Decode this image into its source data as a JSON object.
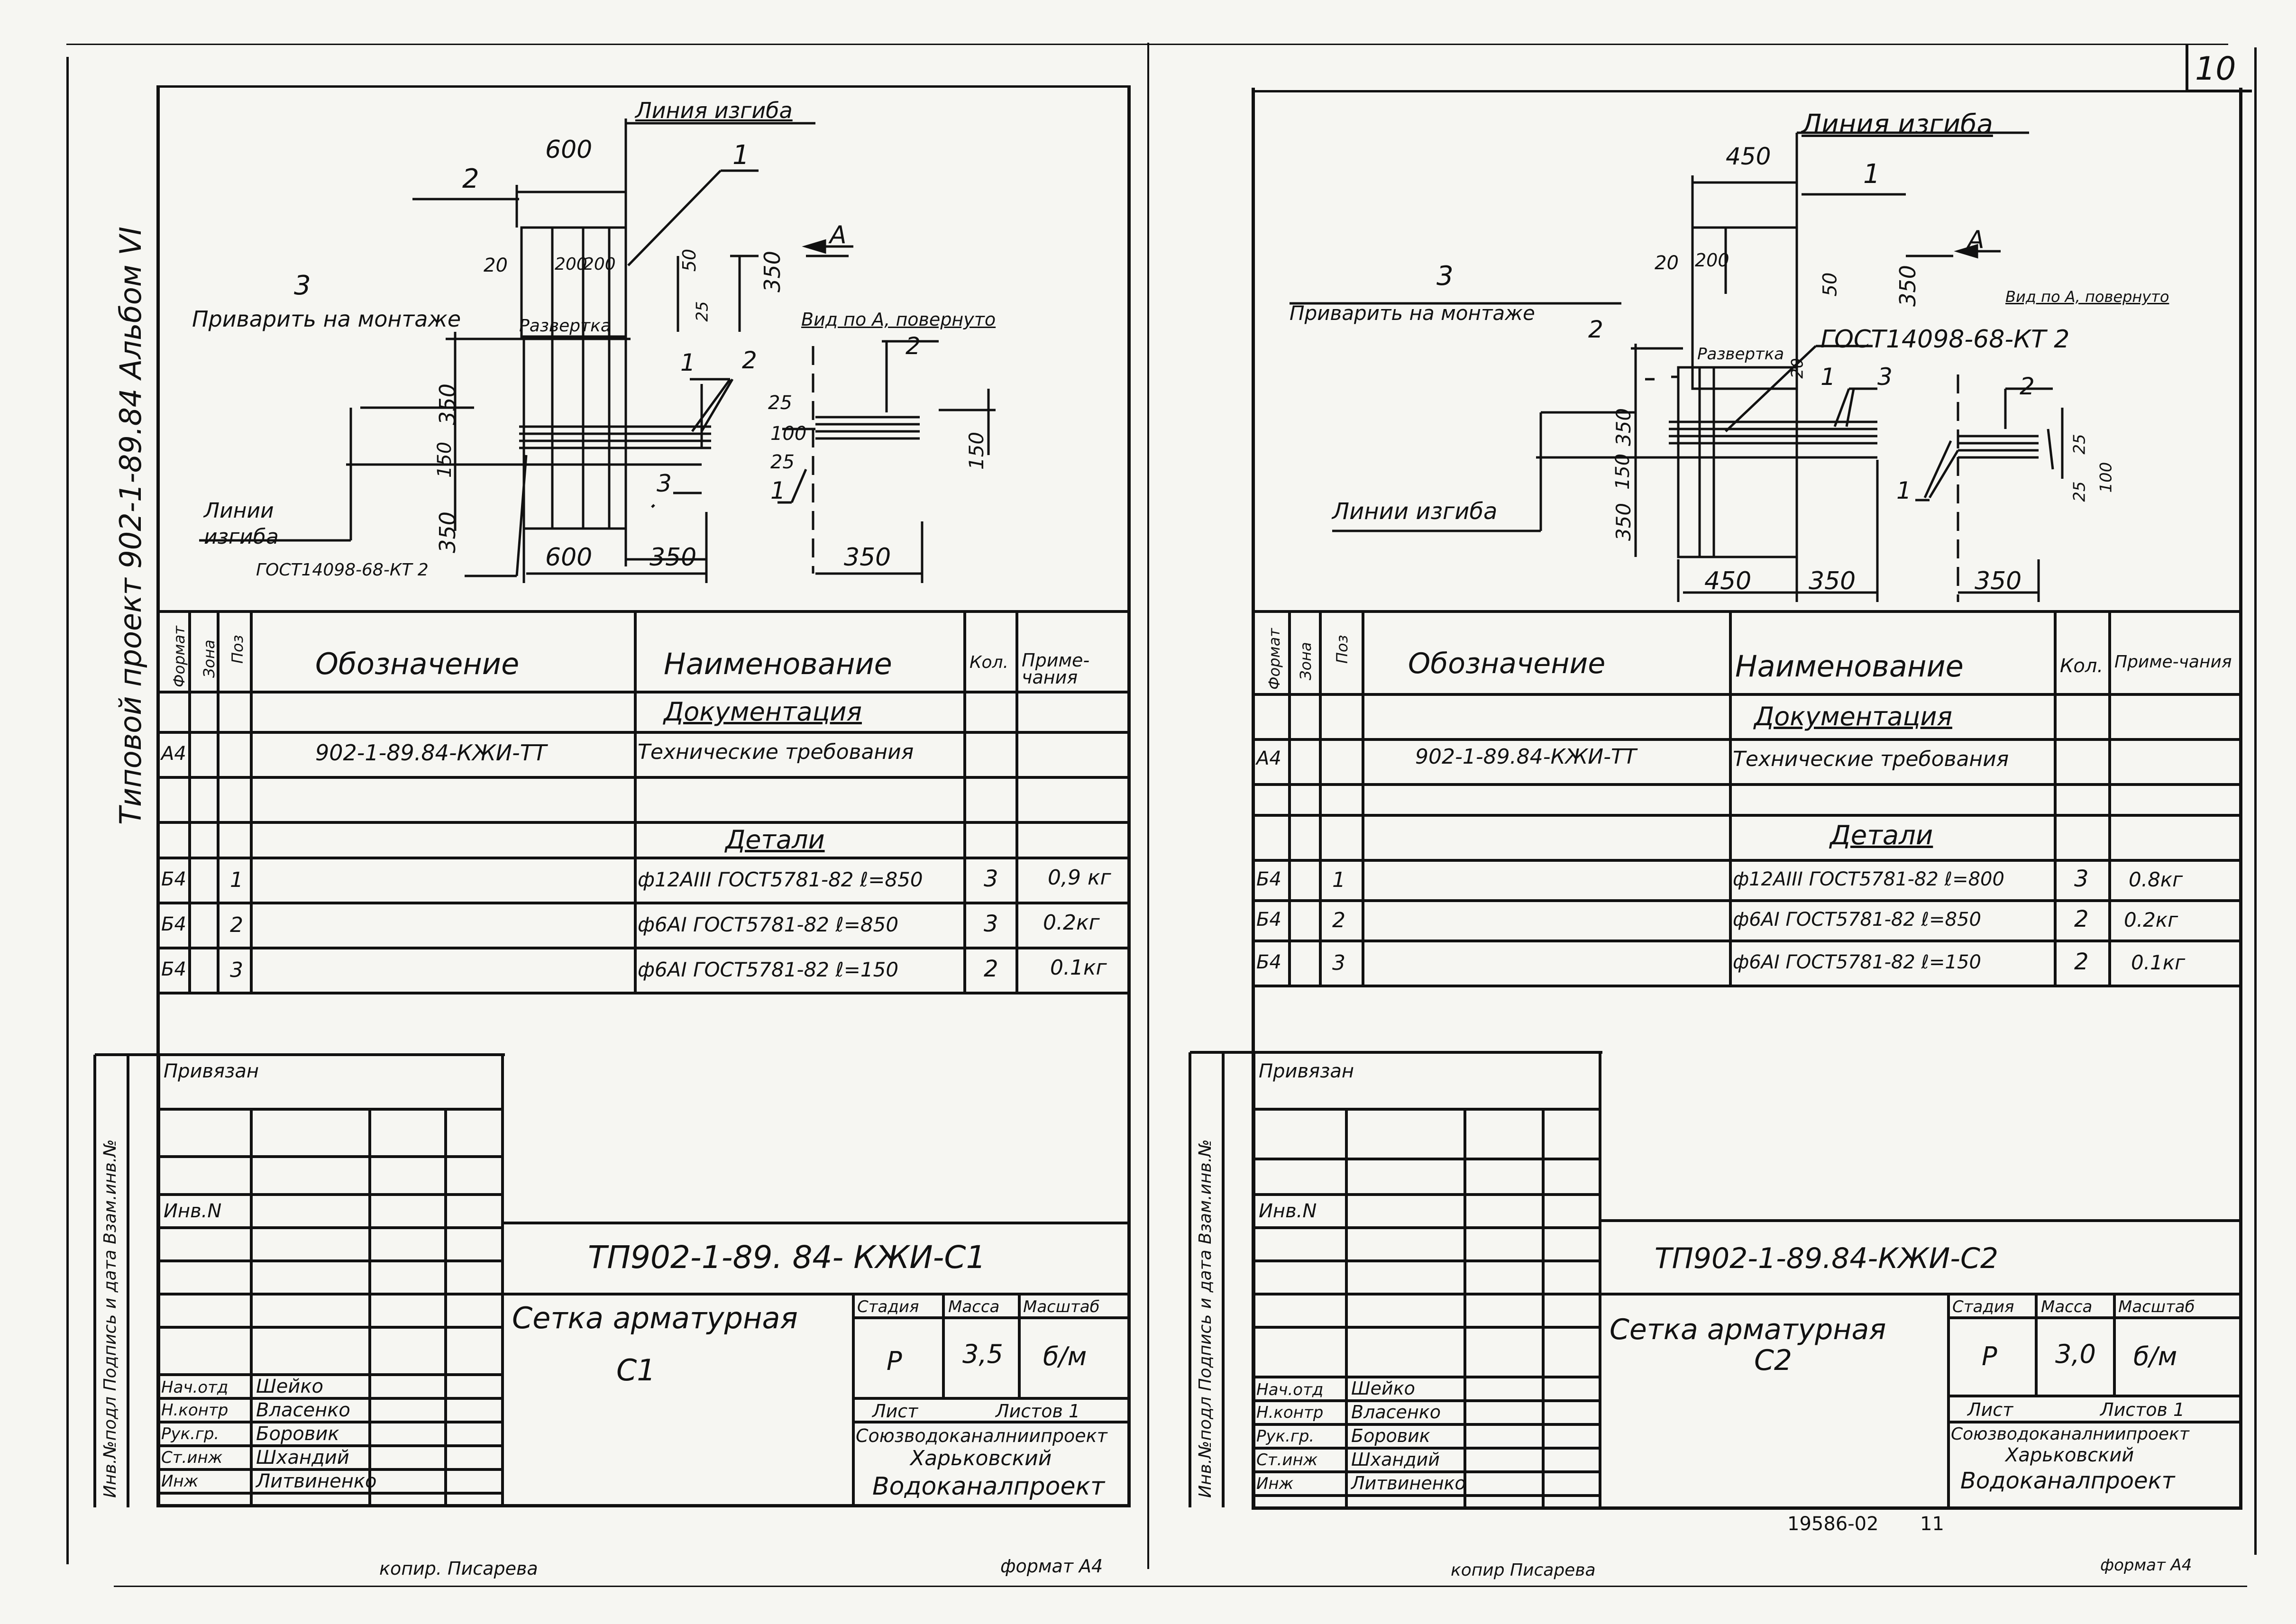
{
  "page_number": "10",
  "side_label": "Типовой проект 902-1-89.84  Альбом VI",
  "left_vertical_stamp": "Инв.№подл Подпись и дата Взам.инв.№",
  "right_vertical_stamp": "Инв.№подл Подпись и дата Взам.инв.№",
  "footer": {
    "left_copy": "копир. Писарева",
    "left_format": "формат А4",
    "right_copy": "копир Писарева",
    "right_format": "формат А4",
    "doc_number": "19586-02",
    "sheet_number": "11"
  },
  "headers": {
    "format": "Формат",
    "zone": "Зона",
    "pos": "Поз",
    "designation": "Обозначение",
    "name": "Наименование",
    "qty": "Кол.",
    "note": "Приме-чания"
  },
  "left": {
    "drawing": {
      "bend_line": "Линия изгиба",
      "weld": "Приварить на монтаже",
      "razvertka": "Развертка",
      "view": "Вид по А, повернуто",
      "bend_lines": "Линии изгиба",
      "gost": "ГОСТ14098-68-КТ 2",
      "arrow_a": "A",
      "dims": [
        "600",
        "20",
        "200",
        "200",
        "50",
        "25",
        "350",
        "350",
        "150",
        "350",
        "25",
        "100",
        "25",
        "150",
        "600",
        "350",
        "350"
      ],
      "pos_labels": [
        "1",
        "2",
        "3",
        "1",
        "3",
        "2",
        "2",
        "1"
      ]
    },
    "section_docs": "Документация",
    "section_parts": "Детали",
    "rows": [
      {
        "format": "А4",
        "pos": "",
        "designation": "902-1-89.84-КЖИ-ТТ",
        "name": "Технические требования",
        "qty": "",
        "note": ""
      },
      {
        "format": "Б4",
        "pos": "1",
        "designation": "",
        "name": "ф12АIII ГОСТ5781-82 ℓ=850",
        "qty": "3",
        "note": "0,9 кг"
      },
      {
        "format": "Б4",
        "pos": "2",
        "designation": "",
        "name": "ф6АI ГОСТ5781-82 ℓ=850",
        "qty": "3",
        "note": "0.2кг"
      },
      {
        "format": "Б4",
        "pos": "3",
        "designation": "",
        "name": "ф6АI ГОСТ5781-82 ℓ=150",
        "qty": "2",
        "note": "0.1кг"
      }
    ],
    "title_block": {
      "bound": "Привязан",
      "inv": "Инв.N",
      "code": "ТП902-1-89. 84- КЖИ-С1",
      "title": "Сетка арматурная",
      "mark": "С1",
      "stage_h": "Стадия",
      "mass_h": "Масса",
      "scale_h": "Масштаб",
      "stage": "Р",
      "mass": "3,5",
      "scale": "б/м",
      "sheet": "Лист",
      "sheets": "Листов 1",
      "org1": "Союзводоканалниипроект",
      "org2": "Харьковский",
      "org3": "Водоканалпроект",
      "staff": [
        {
          "role": "Нач.отд",
          "name": "Шейко"
        },
        {
          "role": "Н.контр",
          "name": "Власенко"
        },
        {
          "role": "Рук.гр.",
          "name": "Боровик"
        },
        {
          "role": "Ст.инж",
          "name": "Шхандий"
        },
        {
          "role": "Инж",
          "name": "Литвиненко"
        }
      ]
    }
  },
  "right": {
    "drawing": {
      "bend_line": "Линия изгиба",
      "weld": "Приварить на монтаже",
      "razvertka": "Развертка",
      "view": "Вид по А, повернуто",
      "bend_lines": "Линии изгиба",
      "gost": "ГОСТ14098-68-КТ 2",
      "arrow_a": "A",
      "dims": [
        "450",
        "20",
        "200",
        "50",
        "350",
        "20",
        "350",
        "150",
        "350",
        "25",
        "100",
        "25",
        "450",
        "350",
        "350"
      ],
      "pos_labels": [
        "1",
        "3",
        "2",
        "1",
        "3",
        "2",
        "1"
      ]
    },
    "section_docs": "Документация",
    "section_parts": "Детали",
    "rows": [
      {
        "format": "А4",
        "pos": "",
        "designation": "902-1-89.84-КЖИ-ТТ",
        "name": "Технические требования",
        "qty": "",
        "note": ""
      },
      {
        "format": "Б4",
        "pos": "1",
        "designation": "",
        "name": "ф12АIII ГОСТ5781-82 ℓ=800",
        "qty": "3",
        "note": "0.8кг"
      },
      {
        "format": "Б4",
        "pos": "2",
        "designation": "",
        "name": "ф6АI ГОСТ5781-82 ℓ=850",
        "qty": "2",
        "note": "0.2кг"
      },
      {
        "format": "Б4",
        "pos": "3",
        "designation": "",
        "name": "ф6АI ГОСТ5781-82 ℓ=150",
        "qty": "2",
        "note": "0.1кг"
      }
    ],
    "title_block": {
      "bound": "Привязан",
      "inv": "Инв.N",
      "code": "ТП902-1-89.84-КЖИ-С2",
      "title": "Сетка арматурная",
      "mark": "С2",
      "stage_h": "Стадия",
      "mass_h": "Масса",
      "scale_h": "Масштаб",
      "stage": "Р",
      "mass": "3,0",
      "scale": "б/м",
      "sheet": "Лист",
      "sheets": "Листов 1",
      "org1": "Союзводоканалниипроект",
      "org2": "Харьковский",
      "org3": "Водоканалпроект",
      "staff": [
        {
          "role": "Нач.отд",
          "name": "Шейко"
        },
        {
          "role": "Н.контр",
          "name": "Власенко"
        },
        {
          "role": "Рук.гр.",
          "name": "Боровик"
        },
        {
          "role": "Ст.инж",
          "name": "Шхандий"
        },
        {
          "role": "Инж",
          "name": "Литвиненко"
        }
      ]
    }
  }
}
